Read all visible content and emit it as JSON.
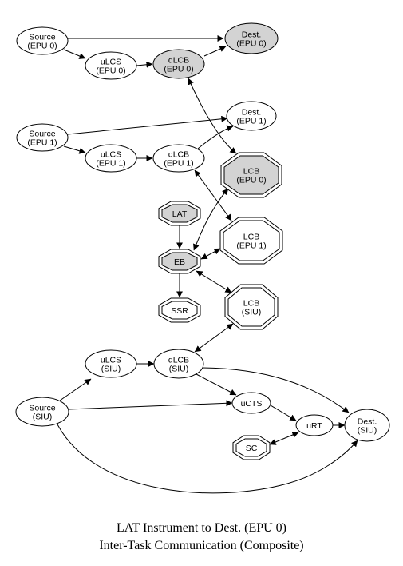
{
  "nodes": {
    "source_epu0": [
      "Source",
      "(EPU 0)"
    ],
    "dest_epu0": [
      "Dest.",
      "(EPU 0)"
    ],
    "ulcs_epu0": [
      "uLCS",
      "(EPU 0)"
    ],
    "dlcb_epu0": [
      "dLCB",
      "(EPU 0)"
    ],
    "source_epu1": [
      "Source",
      "(EPU 1)"
    ],
    "dest_epu1": [
      "Dest.",
      "(EPU 1)"
    ],
    "ulcs_epu1": [
      "uLCS",
      "(EPU 1)"
    ],
    "dlcb_epu1": [
      "dLCB",
      "(EPU 1)"
    ],
    "lcb_epu0": [
      "LCB",
      "(EPU 0)"
    ],
    "lat": [
      "LAT"
    ],
    "lcb_epu1": [
      "LCB",
      "(EPU 1)"
    ],
    "eb": [
      "EB"
    ],
    "ssr": [
      "SSR"
    ],
    "lcb_siu": [
      "LCB",
      "(SIU)"
    ],
    "ulcs_siu": [
      "uLCS",
      "(SIU)"
    ],
    "dlcb_siu": [
      "dLCB",
      "(SIU)"
    ],
    "source_siu": [
      "Source",
      "(SIU)"
    ],
    "ucts": [
      "uCTS"
    ],
    "urt": [
      "uRT"
    ],
    "dest_siu": [
      "Dest.",
      "(SIU)"
    ],
    "sc": [
      "SC"
    ]
  },
  "highlight_color": "#d3d3d3",
  "caption": {
    "line1": "LAT Instrument to Dest. (EPU 0)",
    "line2": "Inter-Task Communication (Composite)"
  }
}
